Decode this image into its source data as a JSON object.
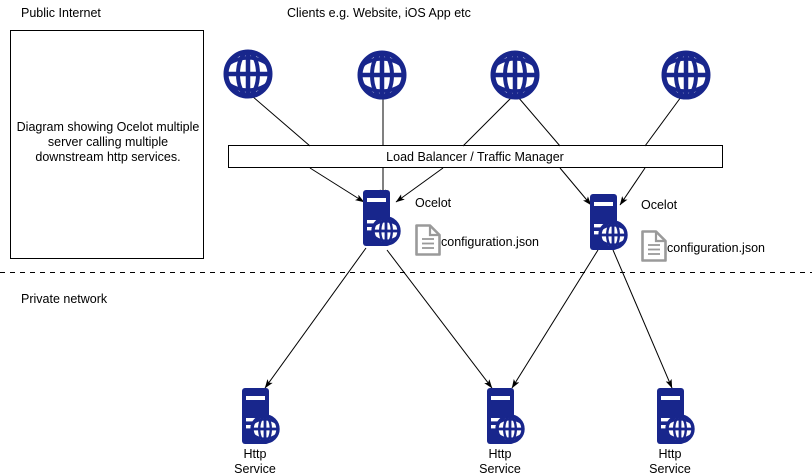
{
  "diagram": {
    "title_zones": {
      "public_internet": "Public Internet",
      "clients": "Clients e.g. Website, iOS App etc",
      "private_network": "Private network"
    },
    "description_box": {
      "text": "Diagram showing Ocelot multiple server calling multiple downstream http services."
    },
    "load_balancer": {
      "label": "Load Balancer / Traffic Manager"
    },
    "clients": [
      {
        "name": "client-globe-1",
        "icon": "globe-icon"
      },
      {
        "name": "client-globe-2",
        "icon": "globe-icon"
      },
      {
        "name": "client-globe-3",
        "icon": "globe-icon"
      },
      {
        "name": "client-globe-4",
        "icon": "globe-icon"
      }
    ],
    "gateways": [
      {
        "label": "Ocelot",
        "config_label": "configuration.json",
        "icon": "server-globe-icon",
        "config_icon": "document-icon"
      },
      {
        "label": "Ocelot",
        "config_label": "configuration.json",
        "icon": "server-globe-icon",
        "config_icon": "document-icon"
      }
    ],
    "services": [
      {
        "label": "Http\nService",
        "icon": "server-globe-icon"
      },
      {
        "label": "Http\nService",
        "icon": "server-globe-icon"
      },
      {
        "label": "Http\nService",
        "icon": "server-globe-icon"
      }
    ],
    "colors": {
      "node_navy": "#18268c",
      "line_black": "#000000",
      "document_gray": "#9a9a9a",
      "background": "#ffffff"
    }
  }
}
